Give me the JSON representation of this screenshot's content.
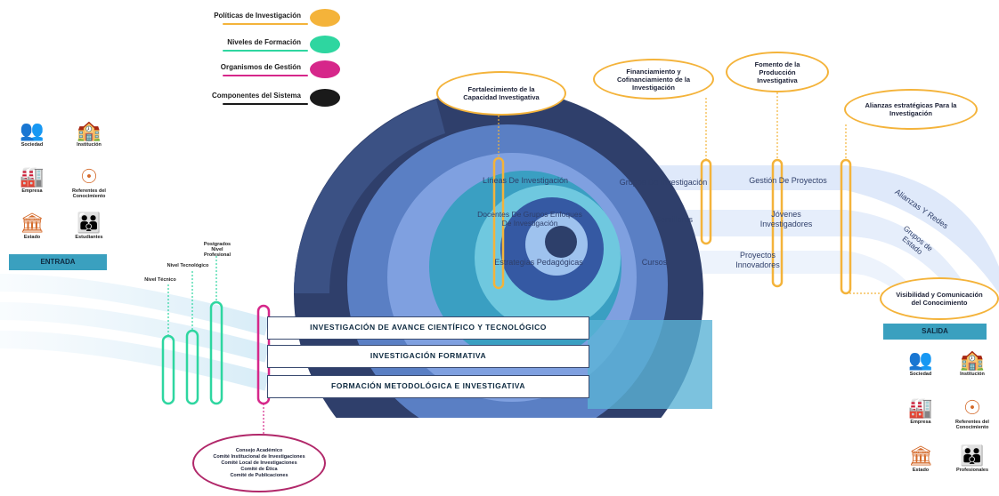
{
  "legend": [
    {
      "label": "Políticas de Investigación",
      "color": "#f4b33a"
    },
    {
      "label": "Niveles de Formación",
      "color": "#2ed6a0"
    },
    {
      "label": "Organismos de Gestión",
      "color": "#d6278a"
    },
    {
      "label": "Componentes del Sistema",
      "color": "#1a1a1a"
    }
  ],
  "entrada": {
    "banner": "ENTRADA",
    "icons": [
      {
        "icon": "society-icon",
        "glyph": "👥",
        "label": "Sociedad"
      },
      {
        "icon": "institution-icon",
        "glyph": "🏫",
        "label": "Institución"
      },
      {
        "icon": "companies-icon",
        "glyph": "🏭",
        "label": "Empresa"
      },
      {
        "icon": "knowledge-icon",
        "glyph": "☉",
        "label": "Referentes del Conocimiento"
      },
      {
        "icon": "state-icon",
        "glyph": "🏛",
        "label": "Estado"
      },
      {
        "icon": "students-icon",
        "glyph": "👪",
        "label": "Estudiantes"
      }
    ]
  },
  "salida": {
    "banner": "SALIDA",
    "icons": [
      {
        "icon": "society-icon",
        "glyph": "👥",
        "label": "Sociedad"
      },
      {
        "icon": "institution-icon",
        "glyph": "🏫",
        "label": "Institución"
      },
      {
        "icon": "companies-icon",
        "glyph": "🏭",
        "label": "Empresa"
      },
      {
        "icon": "knowledge-icon",
        "glyph": "☉",
        "label": "Referentes del Conocimiento"
      },
      {
        "icon": "state-icon",
        "glyph": "🏛",
        "label": "Estado"
      },
      {
        "icon": "professionals-icon",
        "glyph": "👪",
        "label": "Profesionales"
      }
    ]
  },
  "levels": [
    "Nivel Técnico",
    "Nivel Tecnológico",
    "Postgrados Nivel Profesional"
  ],
  "bands": [
    "INVESTIGACIÓN DE AVANCE CIENTÍFICO Y TECNOLÓGICO",
    "INVESTIGACIÓN FORMATIVA",
    "FORMACIÓN METODOLÓGICA E INVESTIGATIVA"
  ],
  "components": {
    "lineas": "Líneas De Investigación",
    "grupos": "Grupos De Investigación",
    "gestion": "Gestión De Proyectos",
    "docentes": "Docentes De Grupos Enfoques De Investigación",
    "semilleros": "Semilleros",
    "jovenes": "Jóvenes Investigadores",
    "estrategias": "Estrategias Pedagógicas",
    "cursos": "Cursos",
    "proyectos": "Proyectos Innovadores",
    "alianzas_redes": "Alianzas Y Redes",
    "grupos_estado": "Grupos de Estado"
  },
  "policies": [
    "Fortalecimiento de la Capacidad Investigativa",
    "Financiamiento y Cofinanciamiento de la Investigación",
    "Fomento de la Producción Investigativa",
    "Alianzas estratégicas Para la Investigación",
    "Visibilidad y Comunicación del Conocimiento"
  ],
  "management_bodies": [
    "Consejo Académico",
    "Comité Institucional de Investigaciones",
    "Comité Local de Investigaciones",
    "Comité de Ética",
    "Comité de Publicaciones"
  ]
}
